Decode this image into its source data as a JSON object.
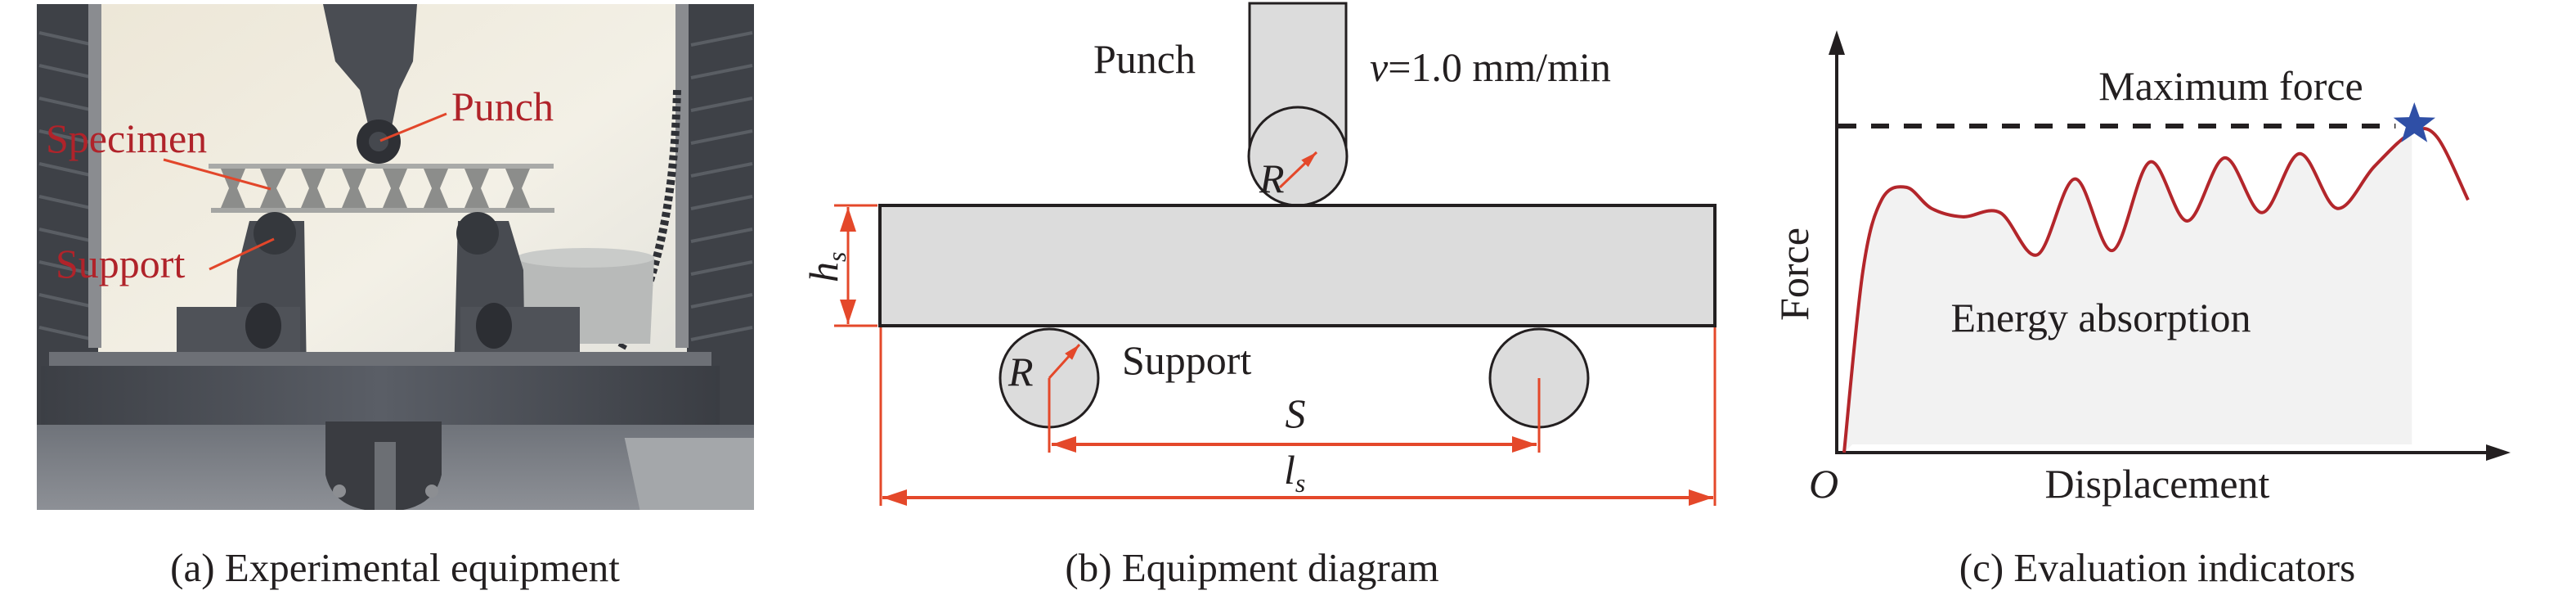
{
  "figure": {
    "panels": [
      {
        "id": "a",
        "caption": "(a) Experimental equipment",
        "type": "photo",
        "annotations": [
          {
            "key": "punch",
            "label": "Punch"
          },
          {
            "key": "specimen",
            "label": "Specimen"
          },
          {
            "key": "support",
            "label": "Support"
          }
        ],
        "annotation_color": "#b0232a"
      },
      {
        "id": "b",
        "caption": "(b) Equipment diagram",
        "type": "schematic",
        "labels": {
          "punch": "Punch",
          "speed_var": "v",
          "speed_value": "=1.0 mm/min",
          "punch_radius": "R",
          "support": "Support",
          "support_radius": "R",
          "span": "S",
          "length_main": "l",
          "length_sub": "s",
          "height_main": "h",
          "height_sub": "s"
        },
        "colors": {
          "dimension": "#e4482a",
          "fill": "#dcdcdc",
          "outline": "#231f20"
        }
      },
      {
        "id": "c",
        "caption": "(c) Evaluation indicators",
        "type": "chart"
      }
    ]
  },
  "chart_data": {
    "type": "line",
    "title": "",
    "xlabel": "Displacement",
    "ylabel": "Force",
    "origin_label": "O",
    "annotations": [
      {
        "key": "max_force",
        "text": "Maximum force",
        "marker": "star",
        "color": "#2f4fa6"
      },
      {
        "key": "energy",
        "text": "Energy absorption",
        "note": "shaded area under curve up to maximum force"
      }
    ],
    "xlim": [
      0,
      100
    ],
    "ylim": [
      0,
      100
    ],
    "grid": false,
    "series": [
      {
        "name": "Force-displacement curve",
        "color": "#b3262b",
        "x": [
          0,
          3,
          6,
          10,
          14,
          19,
          25,
          31,
          37,
          43,
          49,
          55,
          61,
          67,
          73,
          79,
          85,
          91,
          95,
          100
        ],
        "y": [
          0,
          43,
          60,
          63,
          58,
          56,
          57,
          47,
          65,
          48,
          69,
          55,
          70,
          57,
          71,
          58,
          68,
          76,
          75,
          60
        ]
      }
    ],
    "max_force": {
      "x": 91,
      "y": 76
    },
    "energy_fill_until_x": 91
  }
}
